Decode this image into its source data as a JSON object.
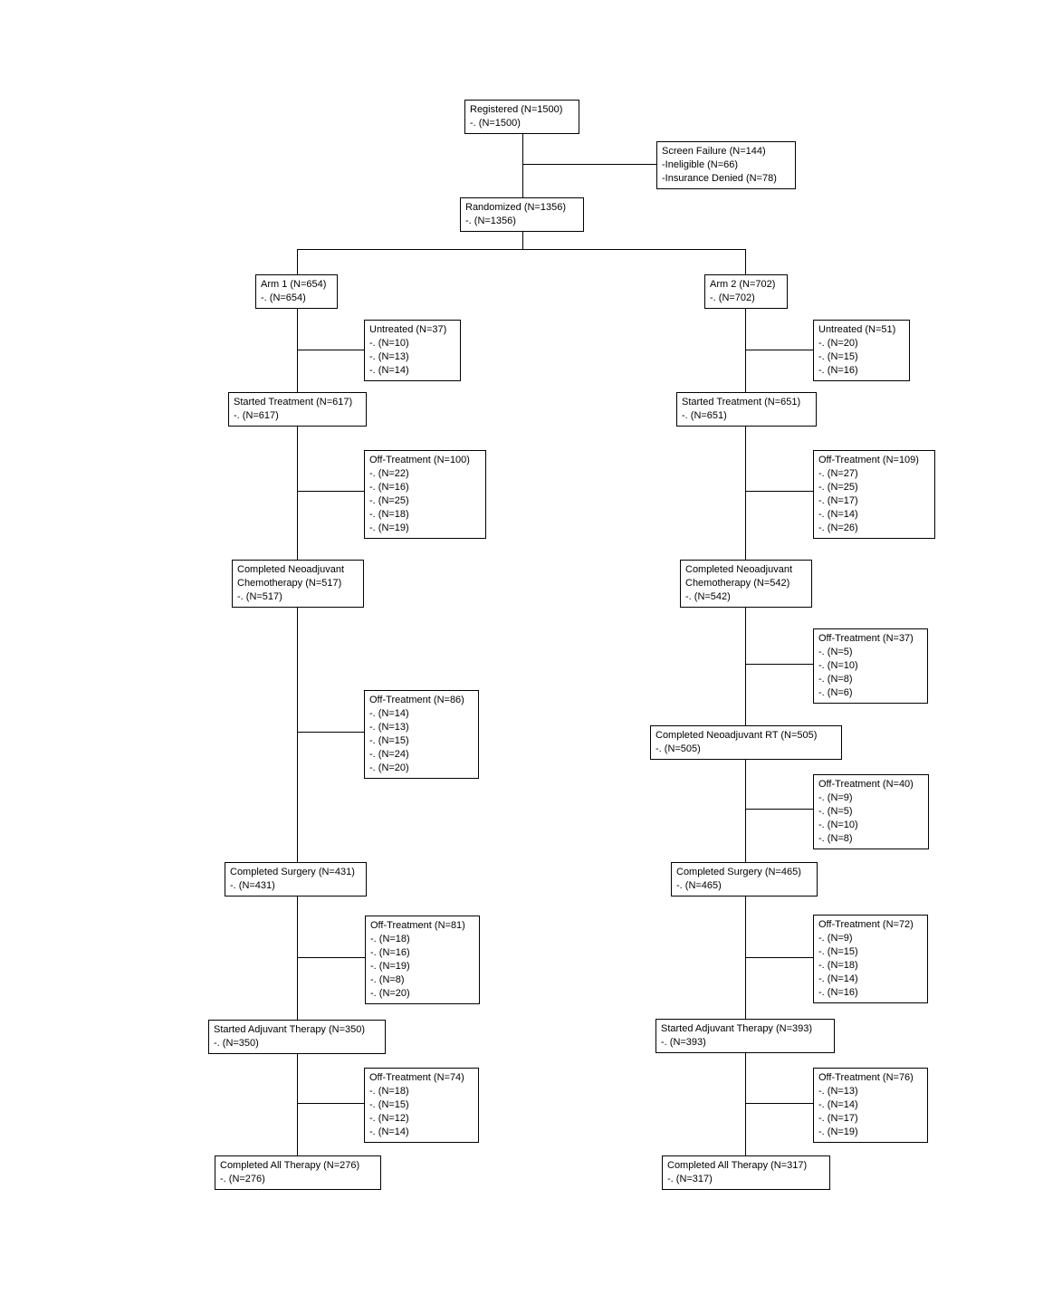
{
  "diagram": {
    "type": "consort-flowchart",
    "colors": {
      "background": "#ffffff",
      "box_fill": "#ffffff",
      "box_border": "#000000",
      "connector": "#000000",
      "text": "#000000"
    },
    "nodes": {
      "registered": {
        "lines": [
          "Registered (N=1500)",
          "-. (N=1500)"
        ]
      },
      "screen_failure": {
        "lines": [
          "Screen Failure (N=144)",
          "-Ineligible (N=66)",
          "-Insurance Denied (N=78)"
        ]
      },
      "randomized": {
        "lines": [
          "Randomized (N=1356)",
          "-. (N=1356)"
        ]
      },
      "arm1": {
        "lines": [
          "Arm 1 (N=654)",
          "-. (N=654)"
        ]
      },
      "arm2": {
        "lines": [
          "Arm 2 (N=702)",
          "-. (N=702)"
        ]
      },
      "arm1_untreated": {
        "lines": [
          "Untreated (N=37)",
          "-. (N=10)",
          "-. (N=13)",
          "-. (N=14)"
        ]
      },
      "arm2_untreated": {
        "lines": [
          "Untreated (N=51)",
          "-. (N=20)",
          "-. (N=15)",
          "-. (N=16)"
        ]
      },
      "arm1_started_treatment": {
        "lines": [
          "Started Treatment (N=617)",
          "-. (N=617)"
        ]
      },
      "arm2_started_treatment": {
        "lines": [
          "Started Treatment (N=651)",
          "-. (N=651)"
        ]
      },
      "arm1_offtreatment_1": {
        "lines": [
          "Off-Treatment (N=100)",
          "-. (N=22)",
          "-. (N=16)",
          "-. (N=25)",
          "-. (N=18)",
          "-. (N=19)"
        ]
      },
      "arm2_offtreatment_1": {
        "lines": [
          "Off-Treatment (N=109)",
          "-. (N=27)",
          "-. (N=25)",
          "-. (N=17)",
          "-. (N=14)",
          "-. (N=26)"
        ]
      },
      "arm1_completed_chemo": {
        "lines": [
          "Completed Neoadjuvant",
          "Chemotherapy (N=517)",
          "-. (N=517)"
        ]
      },
      "arm2_completed_chemo": {
        "lines": [
          "Completed Neoadjuvant",
          "Chemotherapy (N=542)",
          "-. (N=542)"
        ]
      },
      "arm2_offtreatment_2": {
        "lines": [
          "Off-Treatment (N=37)",
          "-. (N=5)",
          "-. (N=10)",
          "-. (N=8)",
          "-. (N=6)"
        ]
      },
      "arm2_completed_rt": {
        "lines": [
          "Completed Neoadjuvant RT (N=505)",
          "-. (N=505)"
        ]
      },
      "arm1_offtreatment_2": {
        "lines": [
          "Off-Treatment (N=86)",
          "-. (N=14)",
          "-. (N=13)",
          "-. (N=15)",
          "-. (N=24)",
          "-. (N=20)"
        ]
      },
      "arm2_offtreatment_3": {
        "lines": [
          "Off-Treatment (N=40)",
          "-. (N=9)",
          "-. (N=5)",
          "-. (N=10)",
          "-. (N=8)"
        ]
      },
      "arm1_completed_surgery": {
        "lines": [
          "Completed Surgery (N=431)",
          "-. (N=431)"
        ]
      },
      "arm2_completed_surgery": {
        "lines": [
          "Completed Surgery (N=465)",
          "-. (N=465)"
        ]
      },
      "arm1_offtreatment_3": {
        "lines": [
          "Off-Treatment (N=81)",
          "-. (N=18)",
          "-. (N=16)",
          "-. (N=19)",
          "-. (N=8)",
          "-. (N=20)"
        ]
      },
      "arm2_offtreatment_4": {
        "lines": [
          "Off-Treatment (N=72)",
          "-. (N=9)",
          "-. (N=15)",
          "-. (N=18)",
          "-. (N=14)",
          "-. (N=16)"
        ]
      },
      "arm1_started_adjuvant": {
        "lines": [
          "Started Adjuvant Therapy (N=350)",
          "-. (N=350)"
        ]
      },
      "arm2_started_adjuvant": {
        "lines": [
          "Started Adjuvant Therapy (N=393)",
          "-. (N=393)"
        ]
      },
      "arm1_offtreatment_4": {
        "lines": [
          "Off-Treatment (N=74)",
          "-. (N=18)",
          "-. (N=15)",
          "-. (N=12)",
          "-. (N=14)"
        ]
      },
      "arm2_offtreatment_5": {
        "lines": [
          "Off-Treatment (N=76)",
          "-. (N=13)",
          "-. (N=14)",
          "-. (N=17)",
          "-. (N=19)"
        ]
      },
      "arm1_completed_all": {
        "lines": [
          "Completed All Therapy (N=276)",
          "-. (N=276)"
        ]
      },
      "arm2_completed_all": {
        "lines": [
          "Completed All Therapy (N=317)",
          "-. (N=317)"
        ]
      }
    }
  }
}
